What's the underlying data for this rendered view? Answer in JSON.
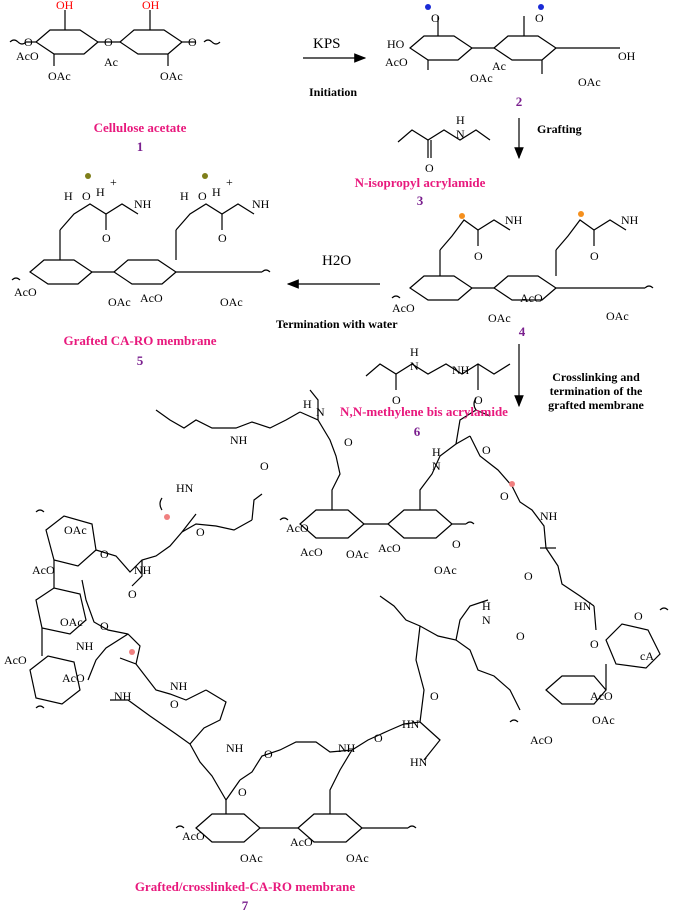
{
  "compounds": {
    "c1": {
      "name": "Cellulose acetate",
      "number": "1"
    },
    "c2": {
      "number": "2"
    },
    "c3": {
      "name": "N-isopropyl acrylamide",
      "number": "3"
    },
    "c4": {
      "number": "4"
    },
    "c5": {
      "name": "Grafted CA-RO membrane",
      "number": "5"
    },
    "c6": {
      "name": "N,N-methylene bis acrylamide",
      "number": "6"
    },
    "c7": {
      "name": "Grafted/crosslinked-CA-RO membrane",
      "number": "7"
    }
  },
  "reagents": {
    "kps": "KPS",
    "water": "H2O"
  },
  "steps": {
    "initiation": "Initiation",
    "grafting": "Grafting",
    "termination": "Termination with water",
    "crosslinking_1": "Crosslinking and",
    "crosslinking_2": "termination of the",
    "crosslinking_3": "grafted membrane"
  },
  "atoms": {
    "OH": "OH",
    "O": "O",
    "HO": "HO",
    "AcO": "AcO",
    "OAc": "OAc",
    "Ac": "Ac",
    "NH": "NH",
    "HN": "HN",
    "H": "H",
    "N": "N",
    "H2O_label": "H",
    "cA": "cA",
    "plus": "+"
  },
  "colors": {
    "name": "#e8197d",
    "number": "#7a1f8e",
    "hydroxyl": "#ff0000",
    "radical_blue": "#1a2bd6",
    "radical_orange": "#f5901e",
    "radical_pink": "#f08080",
    "radical_olive": "#7f7f1a"
  }
}
